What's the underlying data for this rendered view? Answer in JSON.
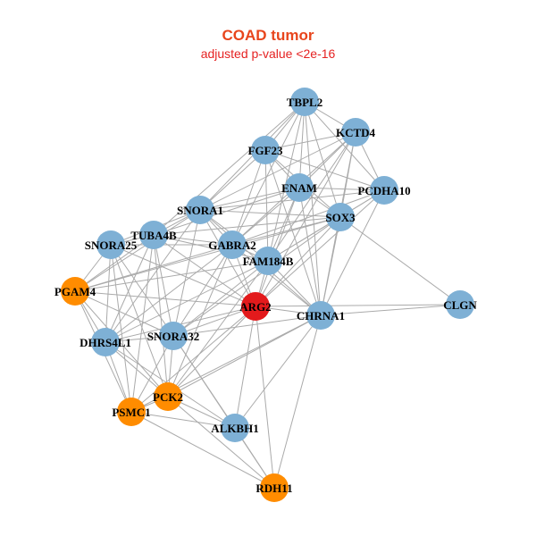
{
  "header": {
    "title": "COAD tumor",
    "subtitle": "adjusted p-value <2e-16"
  },
  "colors": {
    "title": "#e8451c",
    "subtitle": "#e52222",
    "edge": "#aaaaaa",
    "blue": "#7eb0d5",
    "orange": "#ff8c00",
    "red": "#e31a1c"
  },
  "nodes": [
    {
      "id": "TBPL2",
      "group": "blue"
    },
    {
      "id": "KCTD4",
      "group": "blue"
    },
    {
      "id": "FGF23",
      "group": "blue"
    },
    {
      "id": "ENAM",
      "group": "blue"
    },
    {
      "id": "PCDHA10",
      "group": "blue"
    },
    {
      "id": "SNORA1",
      "group": "blue"
    },
    {
      "id": "SOX3",
      "group": "blue"
    },
    {
      "id": "TUBA4B",
      "group": "blue"
    },
    {
      "id": "SNORA25",
      "group": "blue"
    },
    {
      "id": "GABRA2",
      "group": "blue"
    },
    {
      "id": "FAM184B",
      "group": "blue"
    },
    {
      "id": "PGAM4",
      "group": "orange"
    },
    {
      "id": "ARG2",
      "group": "red"
    },
    {
      "id": "CHRNA1",
      "group": "blue"
    },
    {
      "id": "CLGN",
      "group": "blue"
    },
    {
      "id": "DHRS4L1",
      "group": "blue"
    },
    {
      "id": "SNORA32",
      "group": "blue"
    },
    {
      "id": "PCK2",
      "group": "orange"
    },
    {
      "id": "PSMC1",
      "group": "orange"
    },
    {
      "id": "ALKBH1",
      "group": "blue"
    },
    {
      "id": "RDH11",
      "group": "orange"
    }
  ],
  "edges": [
    [
      "TBPL2",
      "KCTD4"
    ],
    [
      "TBPL2",
      "FGF23"
    ],
    [
      "TBPL2",
      "ENAM"
    ],
    [
      "TBPL2",
      "PCDHA10"
    ],
    [
      "TBPL2",
      "SOX3"
    ],
    [
      "TBPL2",
      "SNORA1"
    ],
    [
      "TBPL2",
      "GABRA2"
    ],
    [
      "TBPL2",
      "FAM184B"
    ],
    [
      "TBPL2",
      "CHRNA1"
    ],
    [
      "TBPL2",
      "TUBA4B"
    ],
    [
      "KCTD4",
      "FGF23"
    ],
    [
      "KCTD4",
      "ENAM"
    ],
    [
      "KCTD4",
      "PCDHA10"
    ],
    [
      "KCTD4",
      "SOX3"
    ],
    [
      "KCTD4",
      "SNORA1"
    ],
    [
      "KCTD4",
      "GABRA2"
    ],
    [
      "KCTD4",
      "FAM184B"
    ],
    [
      "KCTD4",
      "CHRNA1"
    ],
    [
      "KCTD4",
      "ARG2"
    ],
    [
      "FGF23",
      "ENAM"
    ],
    [
      "FGF23",
      "SNORA1"
    ],
    [
      "FGF23",
      "SOX3"
    ],
    [
      "FGF23",
      "PCDHA10"
    ],
    [
      "FGF23",
      "GABRA2"
    ],
    [
      "FGF23",
      "FAM184B"
    ],
    [
      "FGF23",
      "CHRNA1"
    ],
    [
      "ENAM",
      "PCDHA10"
    ],
    [
      "ENAM",
      "SOX3"
    ],
    [
      "ENAM",
      "SNORA1"
    ],
    [
      "ENAM",
      "GABRA2"
    ],
    [
      "ENAM",
      "FAM184B"
    ],
    [
      "ENAM",
      "CHRNA1"
    ],
    [
      "ENAM",
      "ARG2"
    ],
    [
      "ENAM",
      "TUBA4B"
    ],
    [
      "PCDHA10",
      "SOX3"
    ],
    [
      "PCDHA10",
      "SNORA1"
    ],
    [
      "PCDHA10",
      "FAM184B"
    ],
    [
      "PCDHA10",
      "CHRNA1"
    ],
    [
      "PCDHA10",
      "GABRA2"
    ],
    [
      "PCDHA10",
      "ARG2"
    ],
    [
      "SOX3",
      "SNORA1"
    ],
    [
      "SOX3",
      "GABRA2"
    ],
    [
      "SOX3",
      "FAM184B"
    ],
    [
      "SOX3",
      "CHRNA1"
    ],
    [
      "SOX3",
      "CLGN"
    ],
    [
      "SOX3",
      "ARG2"
    ],
    [
      "SOX3",
      "TUBA4B"
    ],
    [
      "SOX3",
      "SNORA32"
    ],
    [
      "SOX3",
      "PGAM4"
    ],
    [
      "SNORA1",
      "TUBA4B"
    ],
    [
      "SNORA1",
      "SNORA25"
    ],
    [
      "SNORA1",
      "GABRA2"
    ],
    [
      "SNORA1",
      "FAM184B"
    ],
    [
      "SNORA1",
      "CHRNA1"
    ],
    [
      "SNORA1",
      "ARG2"
    ],
    [
      "SNORA1",
      "SNORA32"
    ],
    [
      "SNORA1",
      "DHRS4L1"
    ],
    [
      "SNORA1",
      "PGAM4"
    ],
    [
      "TUBA4B",
      "SNORA25"
    ],
    [
      "TUBA4B",
      "GABRA2"
    ],
    [
      "TUBA4B",
      "FAM184B"
    ],
    [
      "TUBA4B",
      "ARG2"
    ],
    [
      "TUBA4B",
      "SNORA32"
    ],
    [
      "TUBA4B",
      "DHRS4L1"
    ],
    [
      "TUBA4B",
      "PCK2"
    ],
    [
      "TUBA4B",
      "PSMC1"
    ],
    [
      "TUBA4B",
      "PGAM4"
    ],
    [
      "SNORA25",
      "GABRA2"
    ],
    [
      "SNORA25",
      "SNORA32"
    ],
    [
      "SNORA25",
      "DHRS4L1"
    ],
    [
      "SNORA25",
      "PCK2"
    ],
    [
      "SNORA25",
      "PSMC1"
    ],
    [
      "SNORA25",
      "ARG2"
    ],
    [
      "SNORA25",
      "PGAM4"
    ],
    [
      "GABRA2",
      "FAM184B"
    ],
    [
      "GABRA2",
      "ARG2"
    ],
    [
      "GABRA2",
      "CHRNA1"
    ],
    [
      "GABRA2",
      "SNORA32"
    ],
    [
      "GABRA2",
      "DHRS4L1"
    ],
    [
      "GABRA2",
      "PCK2"
    ],
    [
      "GABRA2",
      "PGAM4"
    ],
    [
      "FAM184B",
      "ARG2"
    ],
    [
      "FAM184B",
      "CHRNA1"
    ],
    [
      "FAM184B",
      "SNORA32"
    ],
    [
      "FAM184B",
      "DHRS4L1"
    ],
    [
      "FAM184B",
      "PCK2"
    ],
    [
      "FAM184B",
      "PGAM4"
    ],
    [
      "PGAM4",
      "ARG2"
    ],
    [
      "PGAM4",
      "DHRS4L1"
    ],
    [
      "PGAM4",
      "SNORA32"
    ],
    [
      "PGAM4",
      "PSMC1"
    ],
    [
      "PGAM4",
      "PCK2"
    ],
    [
      "ARG2",
      "CHRNA1"
    ],
    [
      "ARG2",
      "CLGN"
    ],
    [
      "ARG2",
      "SNORA32"
    ],
    [
      "ARG2",
      "DHRS4L1"
    ],
    [
      "ARG2",
      "PCK2"
    ],
    [
      "ARG2",
      "PSMC1"
    ],
    [
      "ARG2",
      "ALKBH1"
    ],
    [
      "ARG2",
      "RDH11"
    ],
    [
      "CHRNA1",
      "CLGN"
    ],
    [
      "CHRNA1",
      "SNORA32"
    ],
    [
      "CHRNA1",
      "PCK2"
    ],
    [
      "CHRNA1",
      "ALKBH1"
    ],
    [
      "CHRNA1",
      "RDH11"
    ],
    [
      "CHRNA1",
      "PSMC1"
    ],
    [
      "DHRS4L1",
      "SNORA32"
    ],
    [
      "DHRS4L1",
      "PCK2"
    ],
    [
      "DHRS4L1",
      "PSMC1"
    ],
    [
      "DHRS4L1",
      "ALKBH1"
    ],
    [
      "SNORA32",
      "PCK2"
    ],
    [
      "SNORA32",
      "PSMC1"
    ],
    [
      "SNORA32",
      "ALKBH1"
    ],
    [
      "SNORA32",
      "RDH11"
    ],
    [
      "PCK2",
      "PSMC1"
    ],
    [
      "PCK2",
      "ALKBH1"
    ],
    [
      "PCK2",
      "RDH11"
    ],
    [
      "PSMC1",
      "ALKBH1"
    ],
    [
      "PSMC1",
      "RDH11"
    ],
    [
      "ALKBH1",
      "RDH11"
    ]
  ]
}
